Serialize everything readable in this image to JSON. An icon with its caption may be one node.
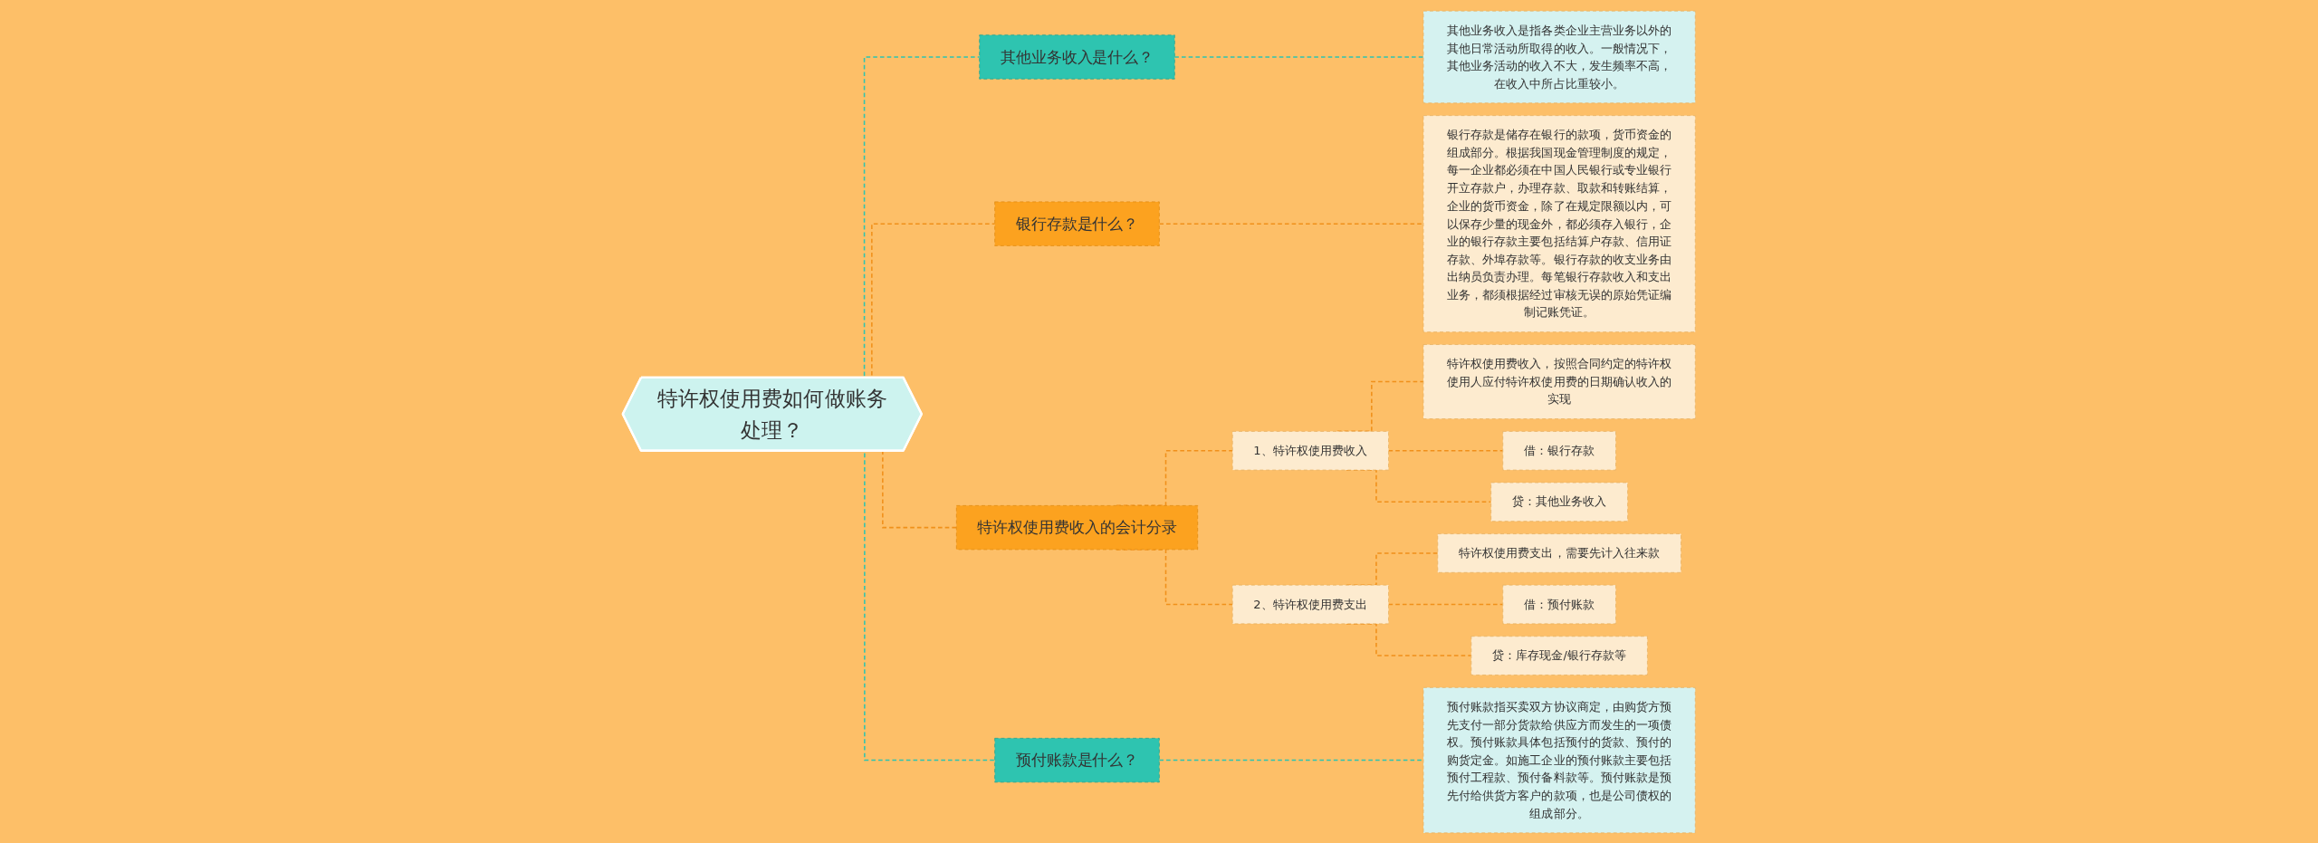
{
  "diagram": {
    "nodes": [
      {
        "text": [
          "特许权使用费如何做账务处理？"
        ]
      },
      {
        "text": [
          "其他业务收入是什么？"
        ]
      },
      {
        "text": [
          "其他业务收入是指各类企业主营业务以外的其他日常活动所取得的收入。一般情况下，其他业务活动的收入不大，发生频率不高，在收入中所占比重较小。"
        ]
      },
      {
        "text": [
          "银行存款是什么？"
        ]
      },
      {
        "text": [
          "银行存款是储存在银行的款项，货币资金的组成部分。根据我国现金管理制度的规定，每一企业都必须在中国人民银行或专业银行开立存款户，办理存款、取款和转账结算，企业的货币资金，除了在规定限额以内，可以保存少量的现金外，都必须存入银行，企业的银行存款主要包括结算户存款、信用证存款、外埠存款等。银行存款的收支业务由出纳员负责办理。每笔银行存款收入和支出业务，都须根据经过审核无误的原始凭证编制记账凭证。"
        ]
      },
      {
        "text": [
          "特许权使用费收入的会计分录"
        ]
      },
      {
        "text": [
          "1、特许权使用费收入"
        ]
      },
      {
        "text": [
          "特许权使用费收入，按照合同约定的特许权使用人应付特许权使用费的日期确认收入的实现"
        ]
      },
      {
        "text": [
          "借：银行存款"
        ]
      },
      {
        "text": [
          "贷：其他业务收入"
        ]
      },
      {
        "text": [
          "2、特许权使用费支出"
        ]
      },
      {
        "text": [
          "特许权使用费支出，需要先计入往来款"
        ]
      },
      {
        "text": [
          "借：预付账款"
        ]
      },
      {
        "text": [
          "贷：库存现金/银行存款等"
        ]
      },
      {
        "text": [
          "预付账款是什么？"
        ]
      },
      {
        "text": [
          "预付账款指买卖双方协议商定，由购货方预先支付一部分货款给供应方而发生的一项债权。预付账款具体包括预付的货款、预付的购货定金。如施工企业的预付账款主要包括预付工程款、预付备料款等。预付账款是预先付给供货方客户的款项，也是公司债权的组成部分。"
        ]
      }
    ],
    "edges": [
      {
        "from": 0,
        "to": 1,
        "arrow": "none",
        "color": "#2ec4b0"
      },
      {
        "from": 1,
        "to": 2,
        "arrow": "none",
        "color": "#2ec4b0"
      },
      {
        "from": 0,
        "to": 3,
        "arrow": "none"
      },
      {
        "from": 3,
        "to": 4,
        "arrow": "none"
      },
      {
        "from": 0,
        "to": 5,
        "arrow": "none"
      },
      {
        "from": 5,
        "to": 6,
        "arrow": "none"
      },
      {
        "from": 6,
        "to": 7,
        "arrow": "none"
      },
      {
        "from": 6,
        "to": 8,
        "arrow": "none"
      },
      {
        "from": 6,
        "to": 9,
        "arrow": "none"
      },
      {
        "from": 5,
        "to": 10,
        "arrow": "none"
      },
      {
        "from": 10,
        "to": 11,
        "arrow": "none"
      },
      {
        "from": 10,
        "to": 12,
        "arrow": "none"
      },
      {
        "from": 10,
        "to": 13,
        "arrow": "none"
      },
      {
        "from": 0,
        "to": 14,
        "arrow": "none",
        "color": "#2ec4b0"
      },
      {
        "from": 14,
        "to": 15,
        "arrow": "none",
        "color": "#2ec4b0"
      }
    ]
  }
}
